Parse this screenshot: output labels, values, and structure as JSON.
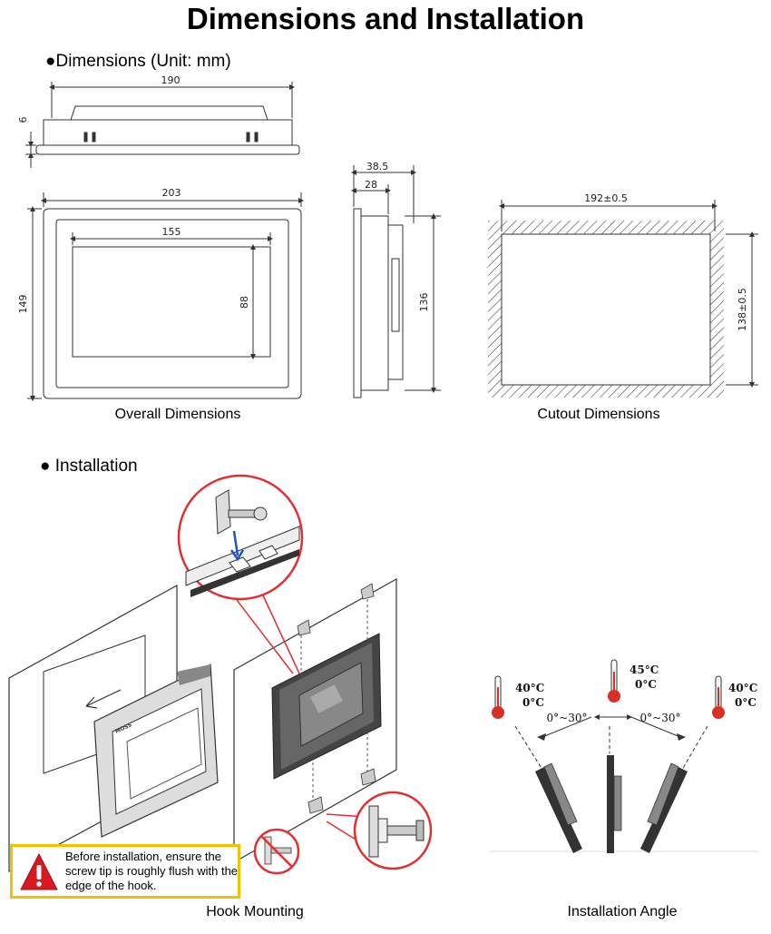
{
  "title": "Dimensions and Installation",
  "dimensions_heading": "Dimensions (Unit: mm)",
  "installation_heading": "Installation",
  "bullet": "●",
  "dims": {
    "top_width": "190",
    "top_depth": "6",
    "front_width": "203",
    "front_height": "149",
    "screen_width": "155",
    "screen_height": "88",
    "side_depth": "38.5",
    "side_inner_depth": "28",
    "side_height": "136",
    "cutout_width": "192±0.5",
    "cutout_height": "138±0.5"
  },
  "captions": {
    "overall": "Overall Dimensions",
    "cutout": "Cutout Dimensions",
    "hook": "Hook Mounting",
    "angle": "Installation Angle"
  },
  "brand_mark": "MOSS",
  "angles": {
    "left_temp_high": "40°C",
    "left_temp_low": "0°C",
    "center_temp_high": "45°C",
    "center_temp_low": "0°C",
    "right_temp_high": "40°C",
    "right_temp_low": "0°C",
    "left_range": "0°~30°",
    "right_range": "0°~30°"
  },
  "warning": {
    "text": "Before installation, ensure the screw tip is roughly flush with the edge of the hook."
  },
  "colors": {
    "warning_border": "#f2c200",
    "warning_icon": "#d71920",
    "callout_circle": "#e03030",
    "arrow_blue": "#2255bb",
    "thermometer": "#d93025"
  }
}
